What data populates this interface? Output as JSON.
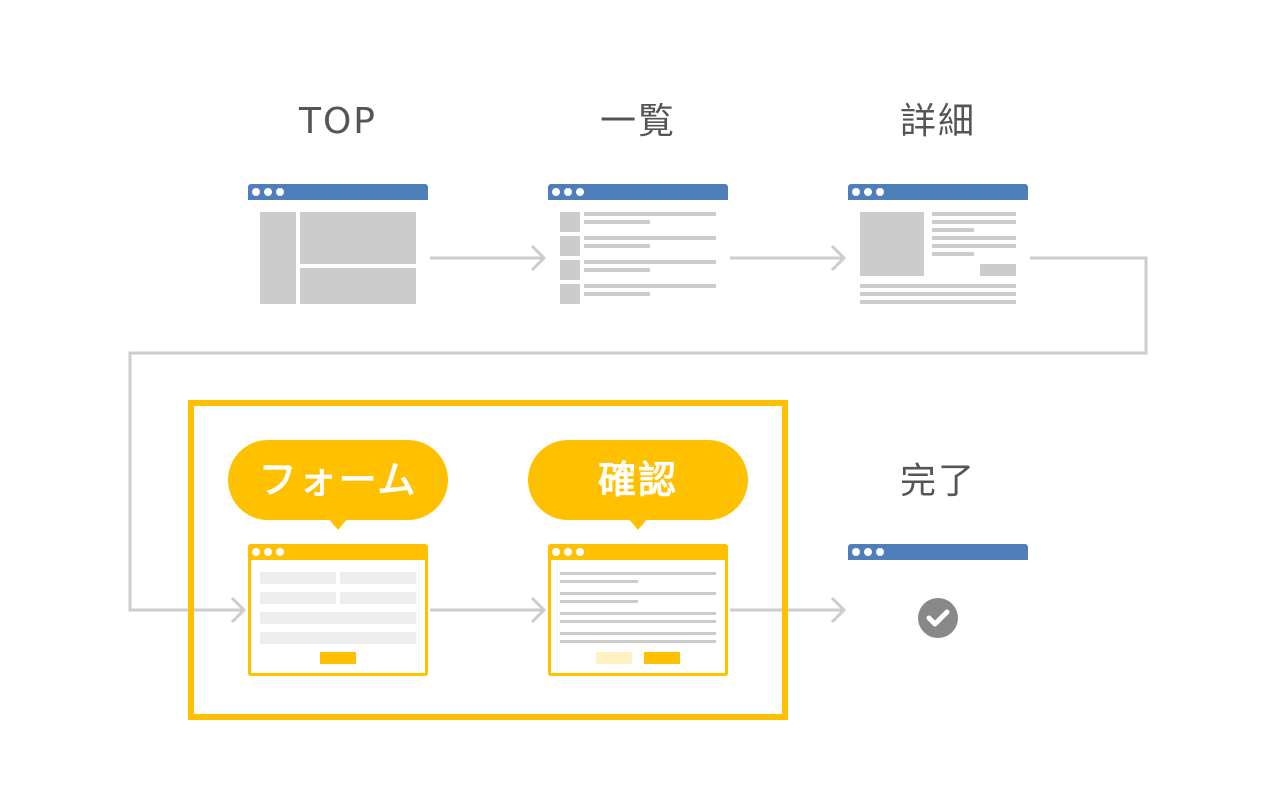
{
  "steps": {
    "top": "TOP",
    "list": "一覧",
    "detail": "詳細",
    "form": "フォーム",
    "confirm": "確認",
    "complete": "完了"
  },
  "colors": {
    "titlebar_blue": "#4E7FBA",
    "accent_yellow": "#FFC000",
    "placeholder_gray": "#CCCCCC",
    "arrow_gray": "#CCCCCC",
    "check_gray": "#888888"
  },
  "highlight": {
    "group": [
      "form",
      "confirm"
    ]
  },
  "icons": [
    "check-circle-icon",
    "arrow-right-icon"
  ]
}
